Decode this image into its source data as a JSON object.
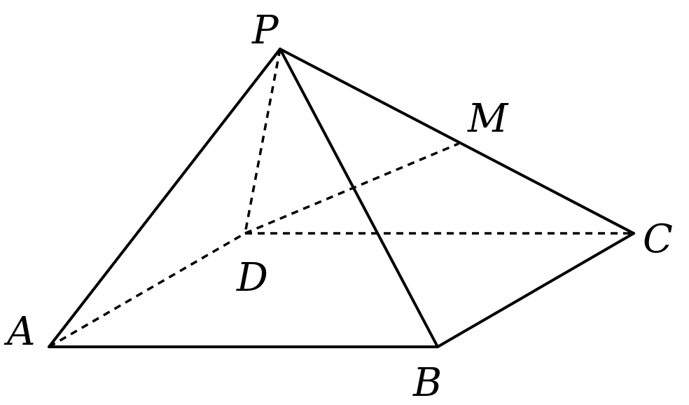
{
  "labels": {
    "P": "P",
    "A": "A",
    "B": "B",
    "C": "C",
    "D": "D",
    "M": "M"
  }
}
